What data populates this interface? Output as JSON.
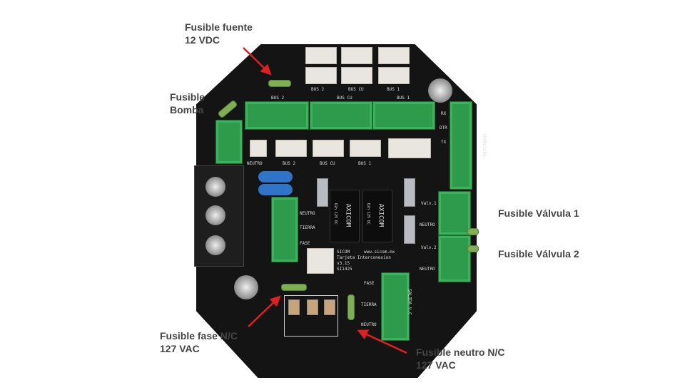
{
  "annotations": {
    "fuse_supply": [
      "Fusible fuente",
      "12 VDC"
    ],
    "fuse_pump": [
      "Fusible",
      "Bomba"
    ],
    "fuse_valve1": "Fusible Válvula 1",
    "fuse_valve2": "Fusible Válvula 2",
    "fuse_phase": [
      "Fusible fase N/C",
      "127 VAC"
    ],
    "fuse_neutral": [
      "Fusible neutro N/C",
      "127 VAC"
    ]
  },
  "board": {
    "bus_labels": [
      "BUS 2",
      "BUS CU",
      "BUS 1"
    ],
    "ac_labels": [
      "NEUTRO",
      "TIERRA",
      "FASE"
    ],
    "valve_labels": [
      "Valv.1",
      "NEUTRO",
      "Valv.2",
      "NEUTRO"
    ],
    "relay_brand": "AXICOM",
    "relay_spec": "D2n 12V DC",
    "brand": "SICOM",
    "website": "www.sicom.mx",
    "title": "Tarjeta Interconexion",
    "version": "v3.15",
    "code": "SI1425",
    "comm_labels": [
      "RX",
      "DTR",
      "TX"
    ],
    "side_label": "IMPRESORA",
    "out_label": "SALIDA V.C"
  },
  "colors": {
    "arrow": "#e02020",
    "board": "#141414",
    "connector": "#2e9a4c"
  }
}
